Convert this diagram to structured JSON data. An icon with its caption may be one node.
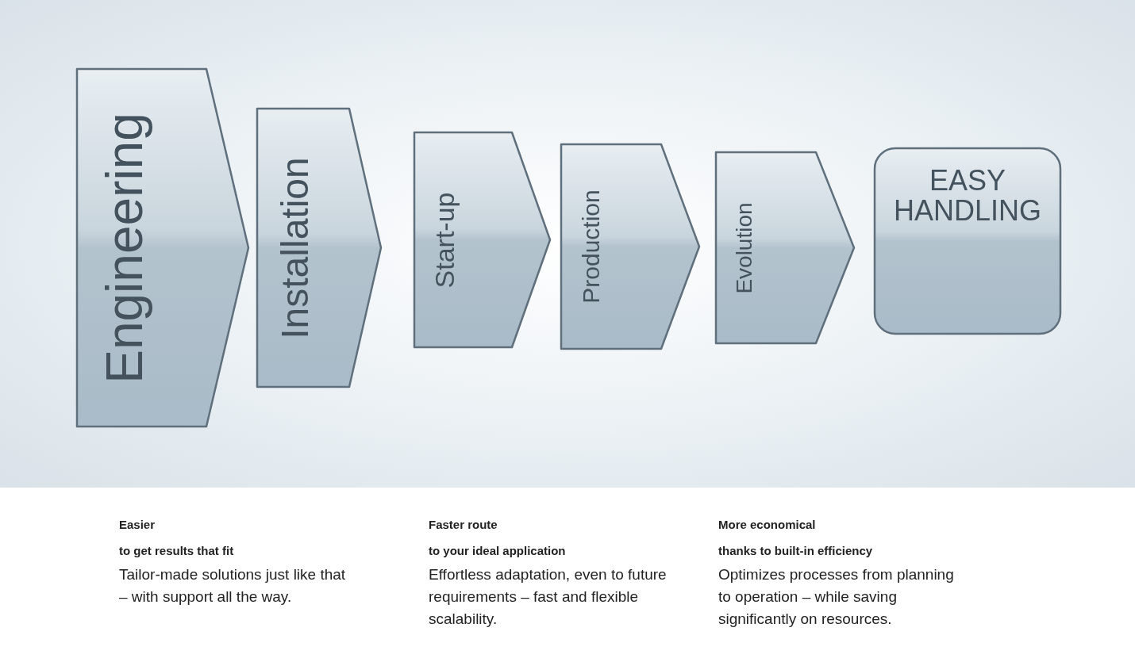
{
  "diagram": {
    "nodes": [
      {
        "text": [
          "Engineering"
        ]
      },
      {
        "text": [
          "Installation"
        ]
      },
      {
        "text": [
          "Start-up"
        ]
      },
      {
        "text": [
          "Production"
        ]
      },
      {
        "text": [
          "Evolution"
        ]
      },
      {
        "text": [
          "EASY HANDLING"
        ]
      }
    ],
    "labels": [
      "Easier",
      "to get results that fit",
      "Tailor-made solutions just like that – with support all the way.",
      "Faster route",
      "to your ideal application",
      "Effortless adaptation, even to future requirements – fast and flexible scalability.",
      "More economical",
      "thanks to built-in efficiency",
      "Optimizes processes from planning to operation – while saving significantly on resources."
    ]
  }
}
